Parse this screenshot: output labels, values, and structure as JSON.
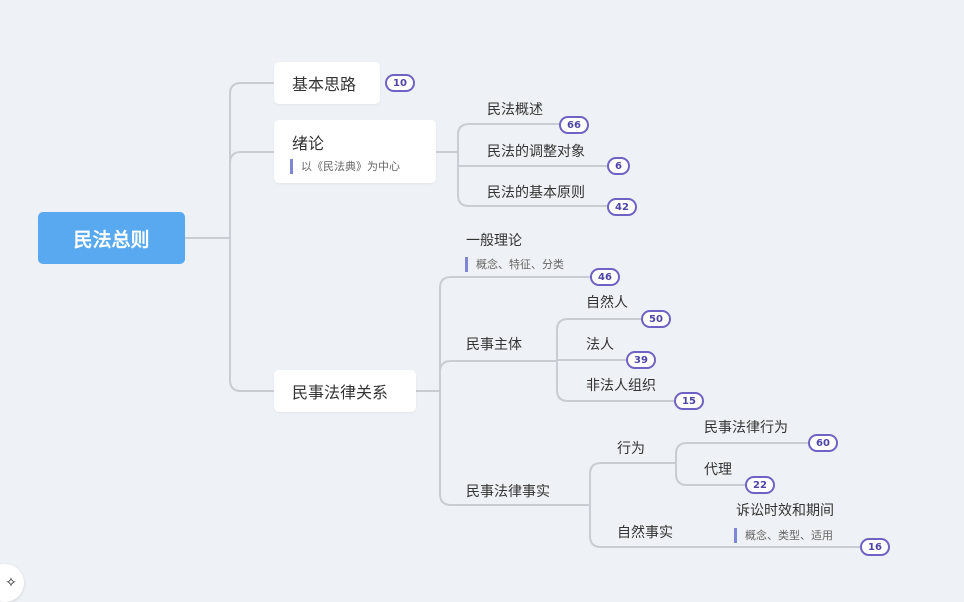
{
  "mindmap": {
    "root": "民法总则",
    "basic": {
      "label": "基本思路",
      "count": "10"
    },
    "intro": {
      "label": "绪论",
      "note": "以《民法典》为中心",
      "children": [
        {
          "label": "民法概述",
          "count": "66"
        },
        {
          "label": "民法的调整对象",
          "count": "6"
        },
        {
          "label": "民法的基本原则",
          "count": "42"
        }
      ]
    },
    "relation": {
      "label": "民事法律关系",
      "theory": {
        "label": "一般理论",
        "note": "概念、特征、分类",
        "count": "46"
      },
      "subject": {
        "label": "民事主体",
        "children": [
          {
            "label": "自然人",
            "count": "50"
          },
          {
            "label": "法人",
            "count": "39"
          },
          {
            "label": "非法人组织",
            "count": "15"
          }
        ]
      },
      "fact": {
        "label": "民事法律事实",
        "act": {
          "label": "行为",
          "children": [
            {
              "label": "民事法律行为",
              "count": "60"
            },
            {
              "label": "代理",
              "count": "22"
            }
          ]
        },
        "natural": {
          "label": "自然事实",
          "limitation": {
            "label": "诉讼时效和期间",
            "note": "概念、类型、适用",
            "count": "16"
          }
        }
      }
    }
  },
  "toolbar": {
    "magic_icon": "magic-wand-icon"
  },
  "colors": {
    "root": "#58a9f0",
    "line": "#c9ccd2",
    "badge": "#6e62c4",
    "note_bar": "#7f86d6"
  }
}
